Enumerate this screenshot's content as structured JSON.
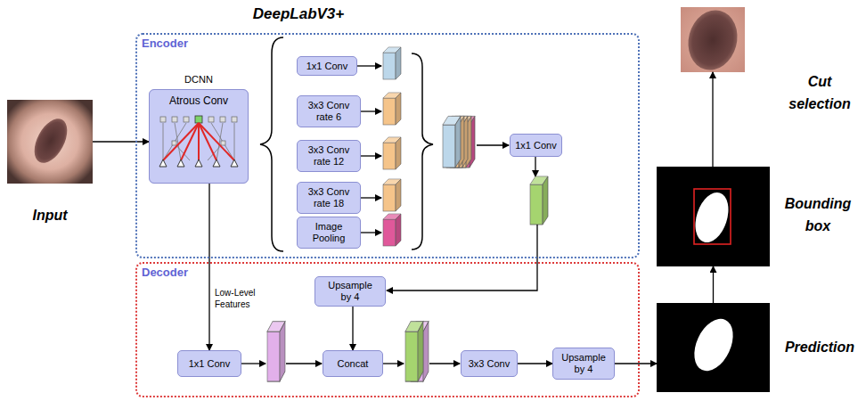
{
  "diagram": {
    "title": "DeepLabV3+",
    "nodes": [
      {
        "text": [
          "Input"
        ]
      },
      {
        "text": [
          "Encoder"
        ]
      },
      {
        "text": [
          "DCNN",
          "Atrous Conv"
        ],
        "in": 1
      },
      {
        "text": [
          "1x1 Conv"
        ],
        "in": 1
      },
      {
        "text": [
          "3x3 Conv rate 6"
        ],
        "in": 1
      },
      {
        "text": [
          "3x3 Conv rate 12"
        ],
        "in": 1
      },
      {
        "text": [
          "3x3 Conv rate 18"
        ],
        "in": 1
      },
      {
        "text": [
          "Image Pooling"
        ],
        "in": 1
      },
      {
        "text": [
          "1x1 Conv"
        ],
        "in": 1
      },
      {
        "text": [
          "Decoder"
        ]
      },
      {
        "text": [
          "Upsample by 4"
        ],
        "in": 9
      },
      {
        "text": [
          "1x1 Conv"
        ],
        "in": 9
      },
      {
        "text": [
          "Concat"
        ],
        "in": 9
      },
      {
        "text": [
          "3x3 Conv"
        ],
        "in": 9
      },
      {
        "text": [
          "Upsample by 4"
        ],
        "in": 9
      },
      {
        "text": [
          "Cut selection"
        ]
      },
      {
        "text": [
          "Bounding box"
        ]
      },
      {
        "text": [
          "Prediction"
        ]
      }
    ],
    "edges": [
      {
        "from": 0,
        "to": 2,
        "arrow": "to"
      },
      {
        "from": 2,
        "to": 11,
        "label": "Low-Level Features",
        "arrow": "to"
      },
      {
        "from": 10,
        "to": 12,
        "arrow": "to"
      },
      {
        "from": 13,
        "to": 14,
        "arrow": "to"
      },
      {
        "from": 14,
        "to": 17,
        "arrow": "to"
      },
      {
        "from": 17,
        "to": 16,
        "arrow": "to"
      },
      {
        "from": 16,
        "to": 15,
        "arrow": "to"
      }
    ]
  }
}
